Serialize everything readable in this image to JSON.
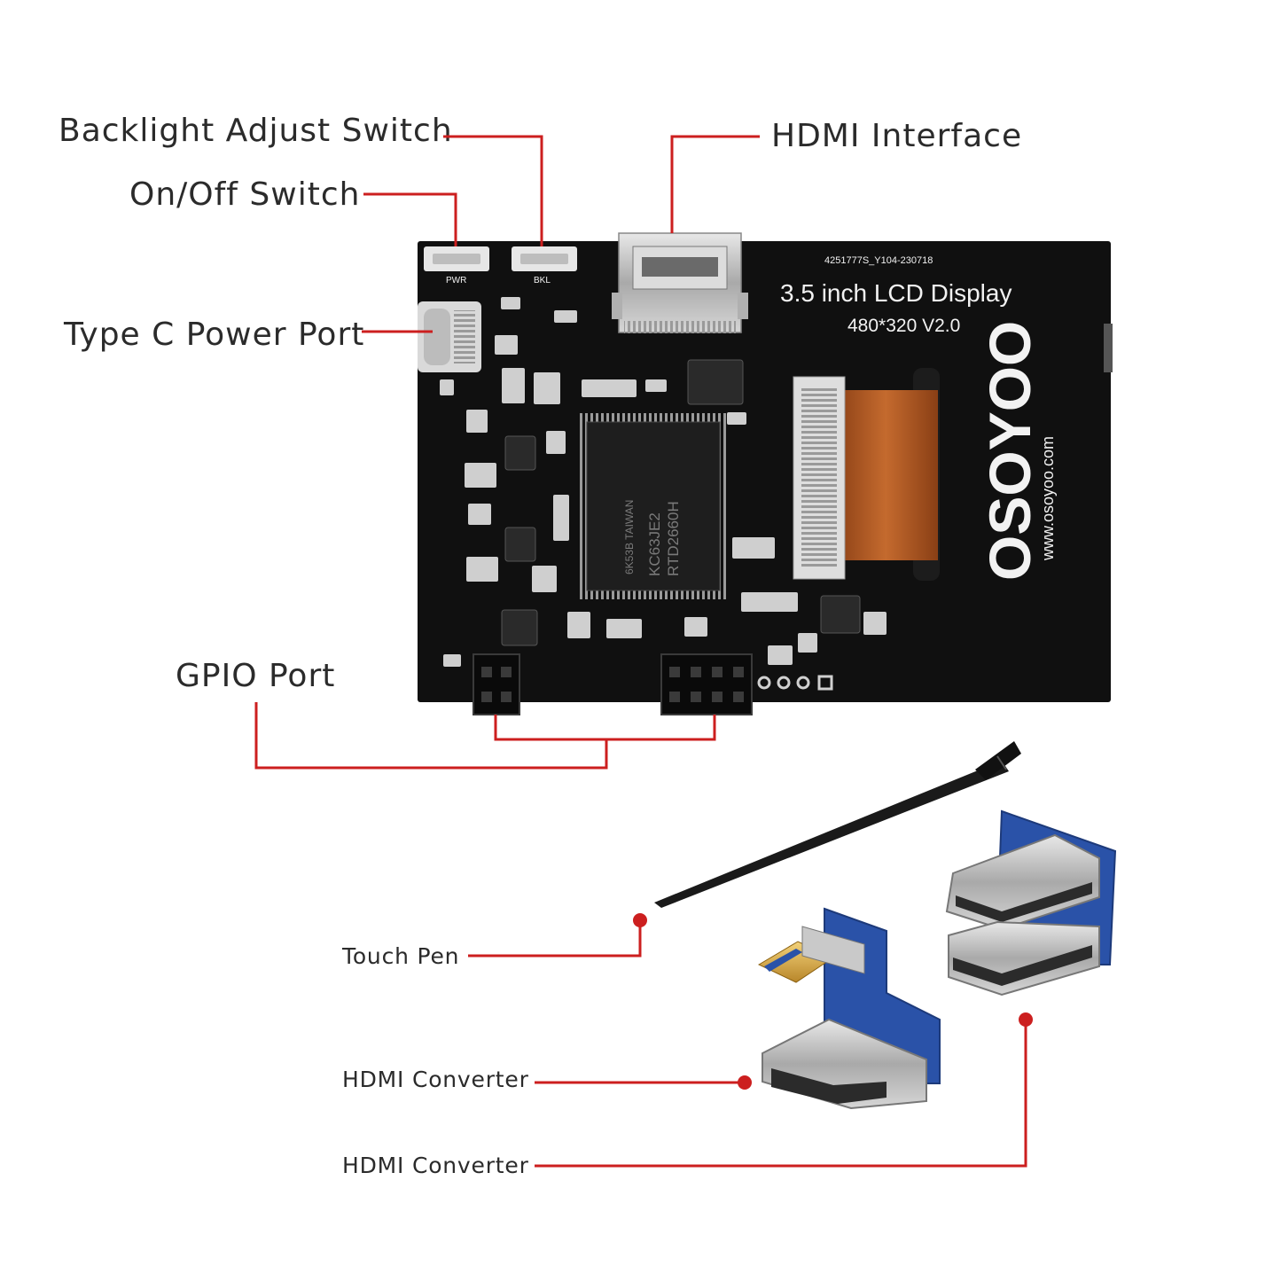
{
  "callouts": {
    "backlight": "Backlight Adjust Switch",
    "onoff": "On/Off Switch",
    "typec": "Type C Power Port",
    "gpio": "GPIO Port",
    "hdmi_interface": "HDMI Interface",
    "touch_pen": "Touch Pen",
    "hdmi_converter_1": "HDMI Converter",
    "hdmi_converter_2": "HDMI Converter"
  },
  "board": {
    "serial": "4251777S_Y104-230718",
    "title": "3.5 inch LCD Display",
    "resolution": "480*320 V2.0",
    "brand": "OSOYOO",
    "website": "www.osoyoo.com",
    "pwr_label": "PWR",
    "bkl_label": "BKL",
    "chip_line1": "RTD2660H",
    "chip_line2": "KC63JE2",
    "chip_line3": "6K53B TAIWAN"
  },
  "colors": {
    "leader": "#cc1f1f",
    "pcb": "#111111",
    "flex_cable": "#b5612a",
    "adapter_pcb": "#2a52a8",
    "metal": "#c9c9c9"
  }
}
